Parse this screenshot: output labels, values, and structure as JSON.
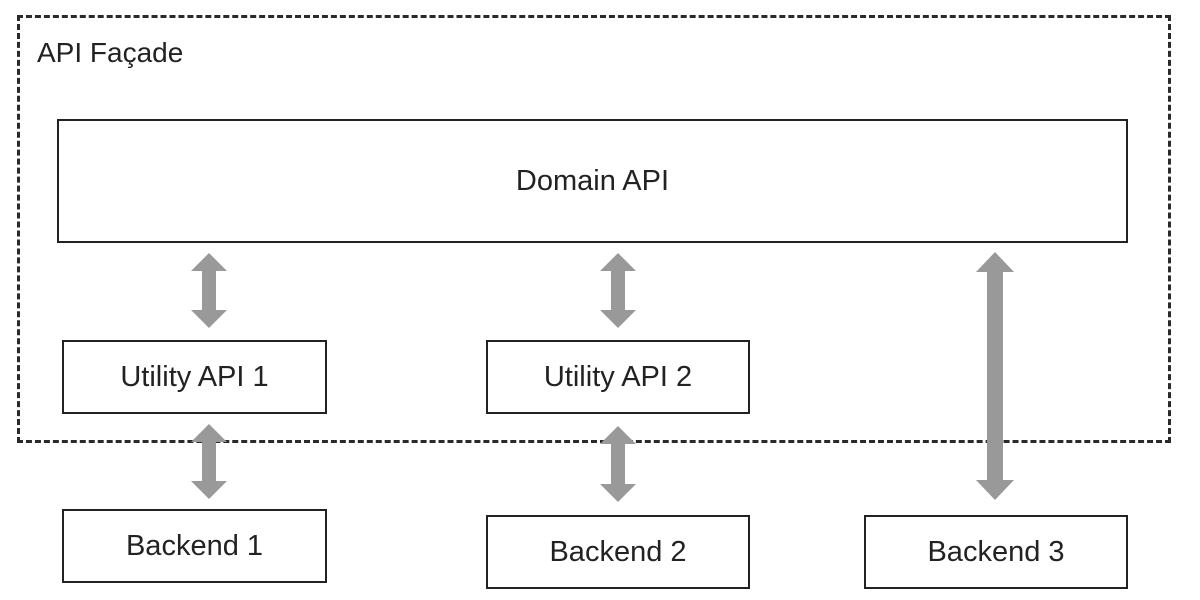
{
  "diagram": {
    "facade": {
      "title": "API Façade"
    },
    "domain_api": {
      "label": "Domain API"
    },
    "utility_apis": [
      {
        "label": "Utility API 1"
      },
      {
        "label": "Utility API 2"
      }
    ],
    "backends": [
      {
        "label": "Backend 1"
      },
      {
        "label": "Backend 2"
      },
      {
        "label": "Backend 3"
      }
    ],
    "connections": [
      {
        "from": "Domain API",
        "to": "Utility API 1",
        "direction": "bidirectional"
      },
      {
        "from": "Domain API",
        "to": "Utility API 2",
        "direction": "bidirectional"
      },
      {
        "from": "Domain API",
        "to": "Backend 3",
        "direction": "bidirectional"
      },
      {
        "from": "Utility API 1",
        "to": "Backend 1",
        "direction": "bidirectional"
      },
      {
        "from": "Utility API 2",
        "to": "Backend 2",
        "direction": "bidirectional"
      }
    ],
    "colors": {
      "arrow": "#999999",
      "border": "#222222",
      "text": "#222222"
    }
  }
}
